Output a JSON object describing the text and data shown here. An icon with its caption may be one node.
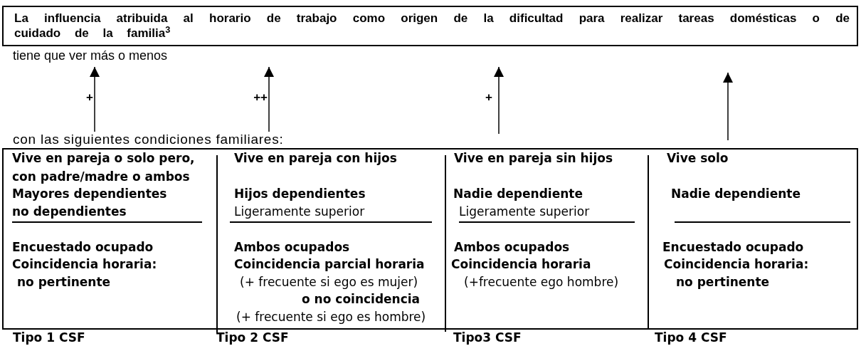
{
  "diagram": {
    "nodes": [
      {
        "text": [
          "La influencia atribuida al horario de trabajo como origen de la dificultad para realizar tareas domésticas o de cuidado de la familia$^{3}$"
        ]
      },
      {
        "text": [
          "tiene que ver más o menos"
        ]
      },
      {
        "text": [
          "con las siguientes condiciones familiares:"
        ]
      },
      {
        "text": [],
        "shape": "box"
      },
      {
        "text": [
          "Vive en pareja o solo pero,",
          "con padre/madre o ambos",
          "Mayores dependientes",
          "no dependientes",
          "Encuestado ocupado",
          "Coincidencia horaria:",
          "no pertinente"
        ],
        "in": 3
      },
      {
        "text": [
          "Vive en pareja con hijos",
          "Hijos dependientes",
          "Ligeramente superior",
          "Ambos ocupados",
          "Coincidencia parcial horaria",
          "(+ frecuente si ego es mujer)",
          "o no coincidencia",
          "(+ frecuente si ego es hombre)"
        ],
        "in": 3
      },
      {
        "text": [
          "Vive en pareja sin hijos",
          "Nadie dependiente",
          "Ligeramente superior",
          "Ambos ocupados",
          "Coincidencia horaria",
          "(+frecuente ego hombre)"
        ],
        "in": 3
      },
      {
        "text": [
          "Vive solo",
          "Nadie dependiente",
          "Encuestado ocupado",
          "Coincidencia horaria:",
          "no pertinente"
        ],
        "in": 3
      }
    ],
    "edges": [
      {
        "from": 2,
        "to": 1,
        "arrow": "to",
        "label": "+"
      },
      {
        "from": 2,
        "to": 0,
        "arrow": "to",
        "label": "++"
      }
    ],
    "labels": [
      "+",
      "Tipo 1 CSF",
      "Tipo 2 CSF",
      "Tipo3 CSF",
      "Tipo 4 CSF"
    ]
  }
}
